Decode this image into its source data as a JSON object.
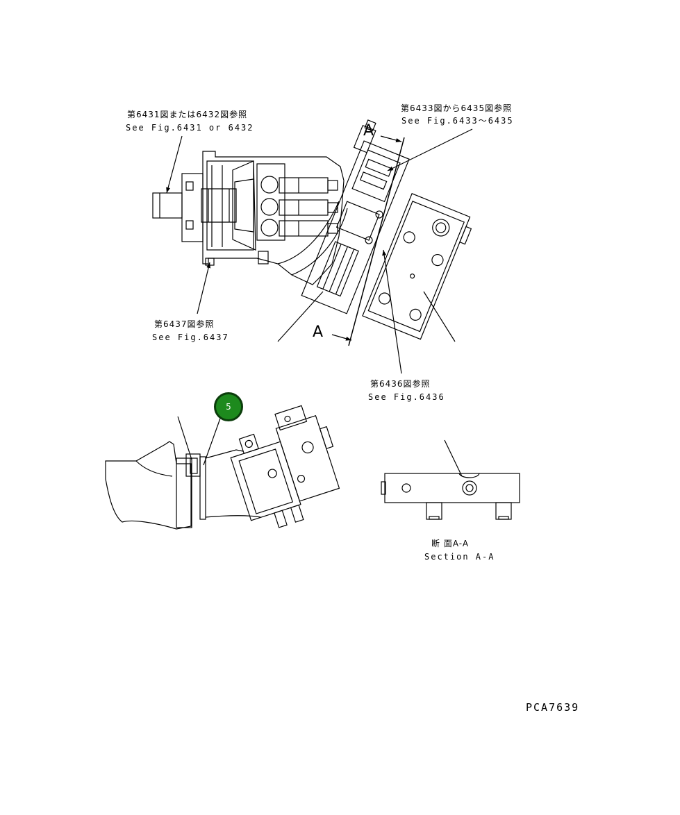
{
  "callouts": {
    "fig6431": {
      "ja": "第6431図または6432図参照",
      "en": "See Fig.6431 or 6432"
    },
    "fig6433": {
      "ja": "第6433図から6435図参照",
      "en": "See Fig.6433〜6435"
    },
    "fig6437": {
      "ja": "第6437図参照",
      "en": "See Fig.6437"
    },
    "fig6436": {
      "ja": "第6436図参照",
      "en": "See Fig.6436"
    }
  },
  "section_marks": {
    "top": "A",
    "bottom": "A"
  },
  "section_view": {
    "ja": "断 面A-A",
    "en": "Section A-A"
  },
  "part_badge": {
    "number": "5",
    "color": "#1d8a1d"
  },
  "drawing_code": "PCA7639"
}
